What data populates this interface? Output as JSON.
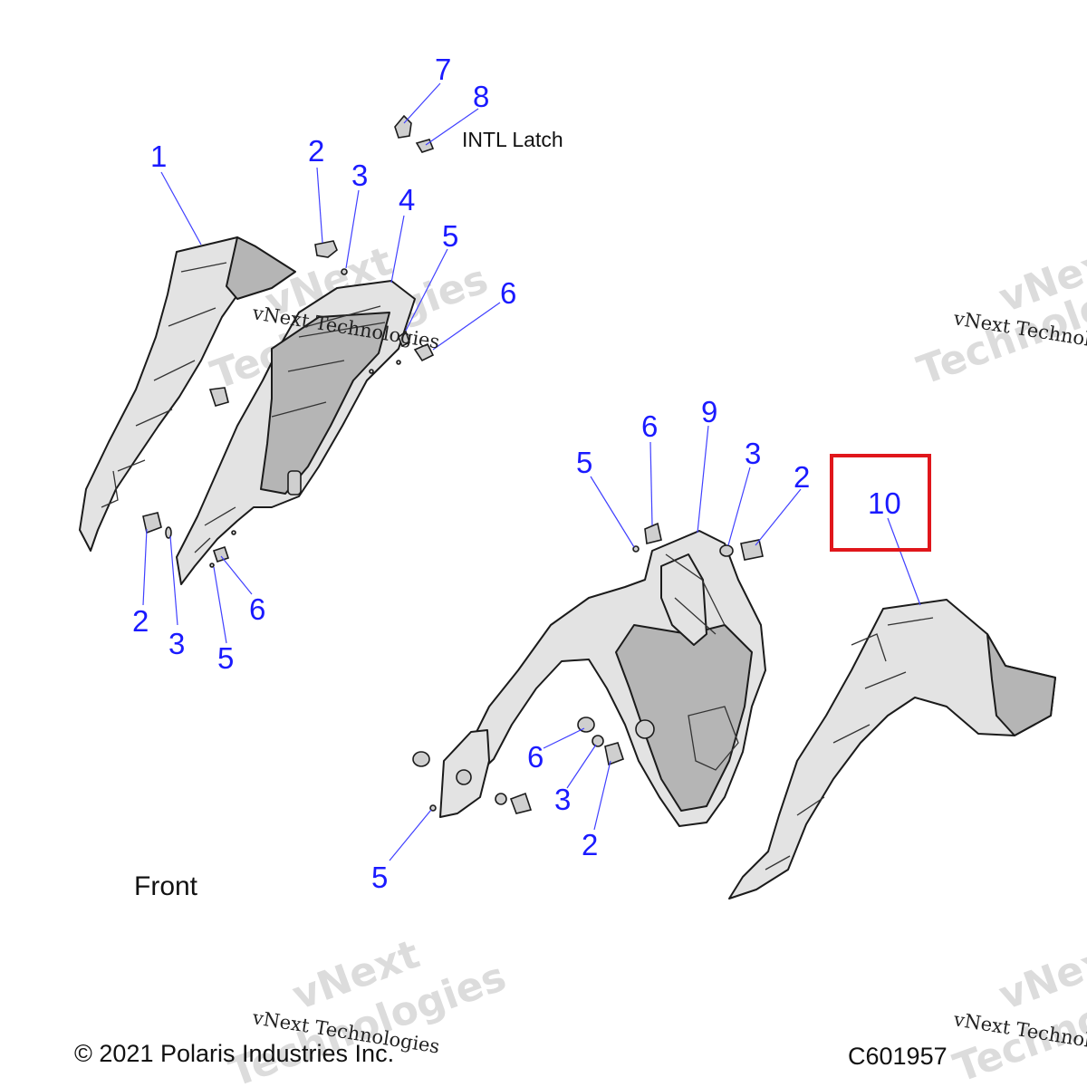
{
  "callouts": {
    "n1": "1",
    "n2a": "2",
    "n3a": "3",
    "n4": "4",
    "n5a": "5",
    "n6a": "6",
    "n7": "7",
    "n8": "8",
    "n2b": "2",
    "n3b": "3",
    "n5b": "5",
    "n6b": "6",
    "n6c": "6",
    "n9": "9",
    "n3c": "3",
    "n2c": "2",
    "n5c": "5",
    "n6d": "6",
    "n3d": "3",
    "n2d": "2",
    "n5d": "5",
    "n10": "10"
  },
  "labels": {
    "intl_latch": "INTL Latch",
    "front": "Front",
    "copyright": "© 2021 Polaris Industries Inc.",
    "diagram_code": "C601957"
  },
  "watermark": {
    "brand": "vNext",
    "word": "Technologies",
    "line": "vNext Technologies"
  },
  "highlight": {
    "color": "#e0161b",
    "target": "10"
  },
  "colors": {
    "callout": "#1a1aff",
    "leader": "#4040ff"
  }
}
